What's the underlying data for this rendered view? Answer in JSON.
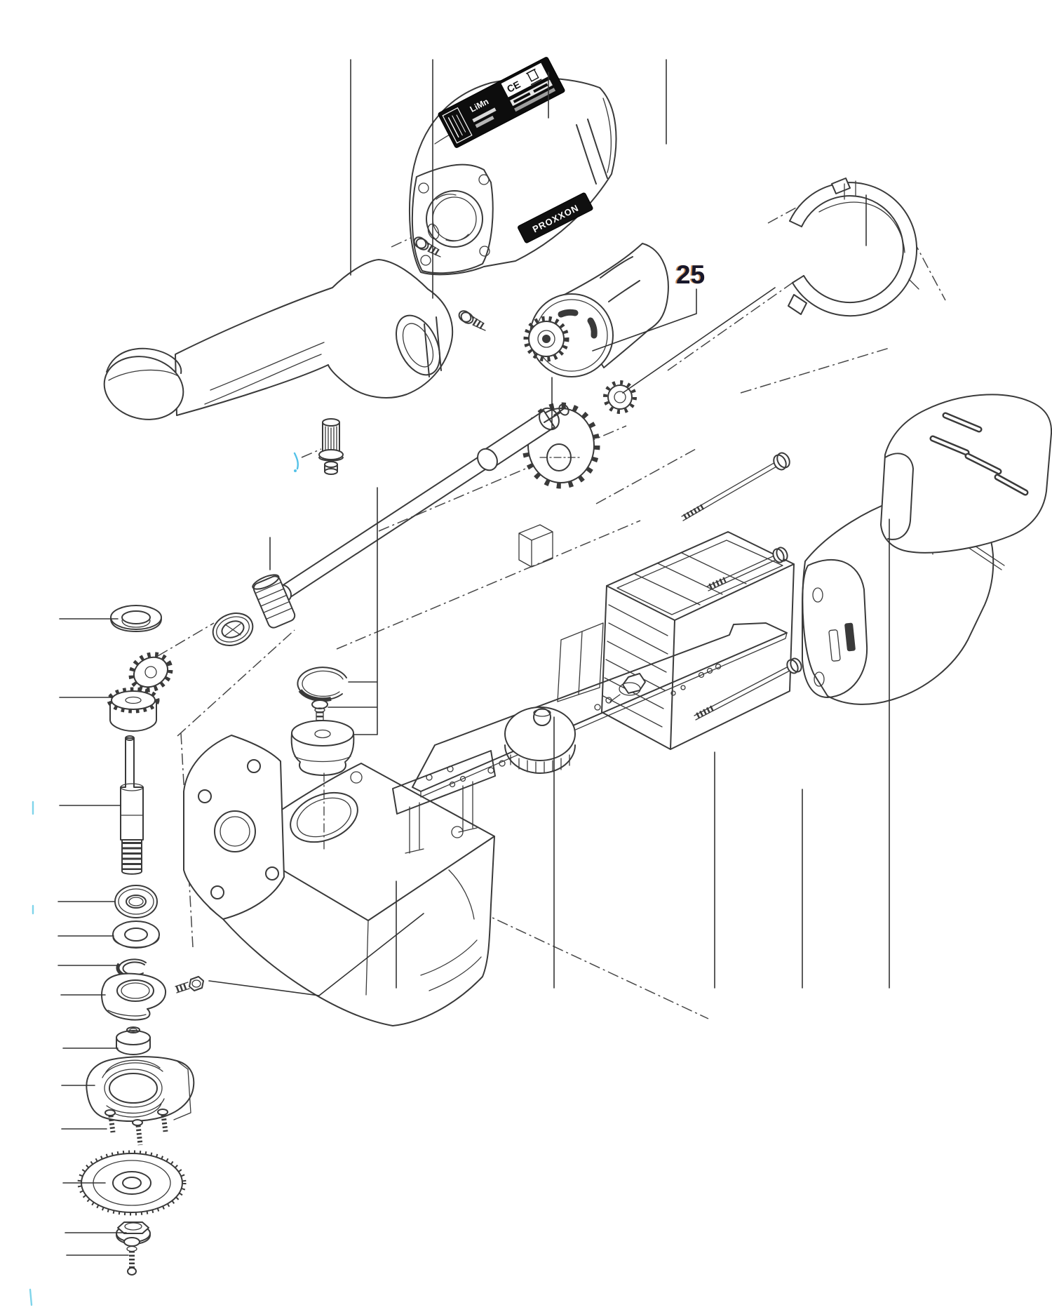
{
  "meta": {
    "title": "Exploded parts diagram of cordless power tool",
    "style": "black-and-white technical line drawing on white background"
  },
  "callout": {
    "number": "25"
  },
  "logo": {
    "text": "PROXXON"
  },
  "nameplate": {
    "battery_text": "LiMn",
    "ce_mark": "CE",
    "symbols": [
      "CE-mark",
      "WEEE-crossed-bin"
    ]
  },
  "colors": {
    "background": "#ffffff",
    "line": "#3a3a3a",
    "leader_line": "#333333",
    "callout_text": "#17172b",
    "callout_fringe": "#c8742a",
    "nameplate_bg": "#101010",
    "nameplate_fg": "#ffffff",
    "hotspot_mark": "#54c2e8"
  },
  "parts": [
    {
      "id": 1,
      "name": "handle-housing"
    },
    {
      "id": 2,
      "name": "spindle-lock-button"
    },
    {
      "id": 3,
      "name": "nameplate-label"
    },
    {
      "id": 4,
      "name": "upper-motor-housing"
    },
    {
      "id": 5,
      "name": "housing-screw-front"
    },
    {
      "id": 6,
      "name": "housing-screw-lower"
    },
    {
      "id": 7,
      "name": "motor",
      "callout": "25"
    },
    {
      "id": 8,
      "name": "motor-pinion"
    },
    {
      "id": 9,
      "name": "pinion-gear"
    },
    {
      "id": 10,
      "name": "motor-holder-ring"
    },
    {
      "id": 11,
      "name": "cooling-fan"
    },
    {
      "id": 12,
      "name": "drive-shaft"
    },
    {
      "id": 13,
      "name": "shaft-coupling"
    },
    {
      "id": 14,
      "name": "coupling-ring"
    },
    {
      "id": 15,
      "name": "upper-bearing"
    },
    {
      "id": 16,
      "name": "bevel-pinion"
    },
    {
      "id": 17,
      "name": "bevel-gear"
    },
    {
      "id": 18,
      "name": "spindle-shaft"
    },
    {
      "id": 19,
      "name": "ball-bearing"
    },
    {
      "id": 20,
      "name": "washer"
    },
    {
      "id": 21,
      "name": "circlip"
    },
    {
      "id": 22,
      "name": "cam-flange"
    },
    {
      "id": 23,
      "name": "flange-screw"
    },
    {
      "id": 24,
      "name": "spacer-bushing"
    },
    {
      "id": 25,
      "name": "guard-plate"
    },
    {
      "id": 26,
      "name": "guard-screws"
    },
    {
      "id": 27,
      "name": "sanding-disc"
    },
    {
      "id": 28,
      "name": "flanged-nut"
    },
    {
      "id": 29,
      "name": "disc-screw"
    },
    {
      "id": 30,
      "name": "snap-ring"
    },
    {
      "id": 31,
      "name": "cover-screw"
    },
    {
      "id": 32,
      "name": "bearing-cap"
    },
    {
      "id": 33,
      "name": "lower-housing"
    },
    {
      "id": 34,
      "name": "pcb-assembly"
    },
    {
      "id": 35,
      "name": "speed-knob"
    },
    {
      "id": 36,
      "name": "motor-cage"
    },
    {
      "id": 37,
      "name": "cage-screws"
    },
    {
      "id": 38,
      "name": "battery-pack"
    },
    {
      "id": 39,
      "name": "grip-cover"
    }
  ]
}
